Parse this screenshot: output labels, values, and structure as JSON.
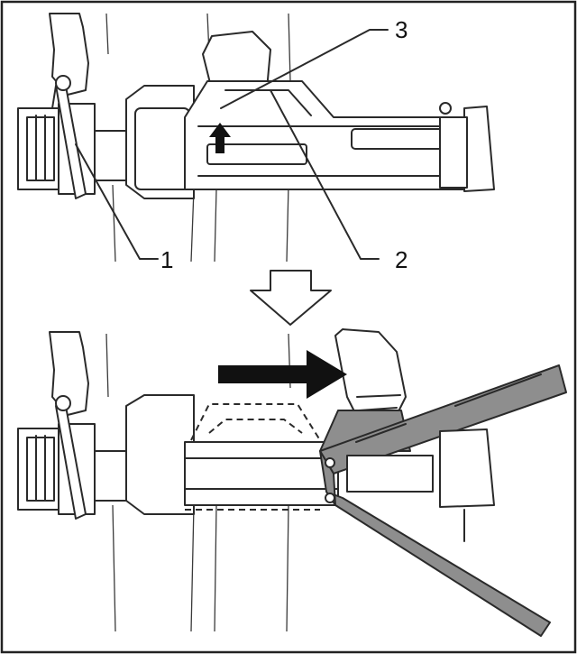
{
  "callouts": {
    "one": "1",
    "two": "2",
    "three": "3"
  },
  "colors": {
    "background": "#ffffff",
    "line": "#2a2a2a",
    "highlight_part": "#8e8e8e",
    "arrow": "#111111"
  },
  "icons": {
    "down_arrow": "hollow-down-arrow-icon",
    "right_arrow": "solid-right-arrow-icon",
    "up_arrow": "small-up-arrow-icon"
  }
}
